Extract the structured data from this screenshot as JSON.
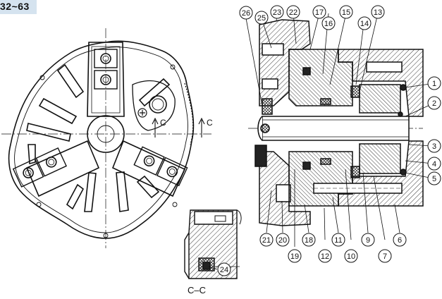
{
  "header": {
    "model_range": "32~63"
  },
  "front_view": {
    "arrow_label_1": "C",
    "arrow_label_2": "C"
  },
  "section_view": {
    "label": "C–C",
    "callout": "24"
  },
  "callouts": [
    {
      "id": "c1",
      "label": "1"
    },
    {
      "id": "c2",
      "label": "2"
    },
    {
      "id": "c3",
      "label": "3"
    },
    {
      "id": "c4",
      "label": "4"
    },
    {
      "id": "c5",
      "label": "5"
    },
    {
      "id": "c6",
      "label": "6"
    },
    {
      "id": "c7",
      "label": "7"
    },
    {
      "id": "c9",
      "label": "9"
    },
    {
      "id": "c10",
      "label": "10"
    },
    {
      "id": "c11",
      "label": "11"
    },
    {
      "id": "c12",
      "label": "12"
    },
    {
      "id": "c13",
      "label": "13"
    },
    {
      "id": "c14",
      "label": "14"
    },
    {
      "id": "c15",
      "label": "15"
    },
    {
      "id": "c16",
      "label": "16"
    },
    {
      "id": "c17",
      "label": "17"
    },
    {
      "id": "c18",
      "label": "18"
    },
    {
      "id": "c19",
      "label": "19"
    },
    {
      "id": "c20",
      "label": "20"
    },
    {
      "id": "c21",
      "label": "21"
    },
    {
      "id": "c22",
      "label": "22"
    },
    {
      "id": "c23",
      "label": "23"
    },
    {
      "id": "c25",
      "label": "25"
    },
    {
      "id": "c26",
      "label": "26"
    }
  ]
}
